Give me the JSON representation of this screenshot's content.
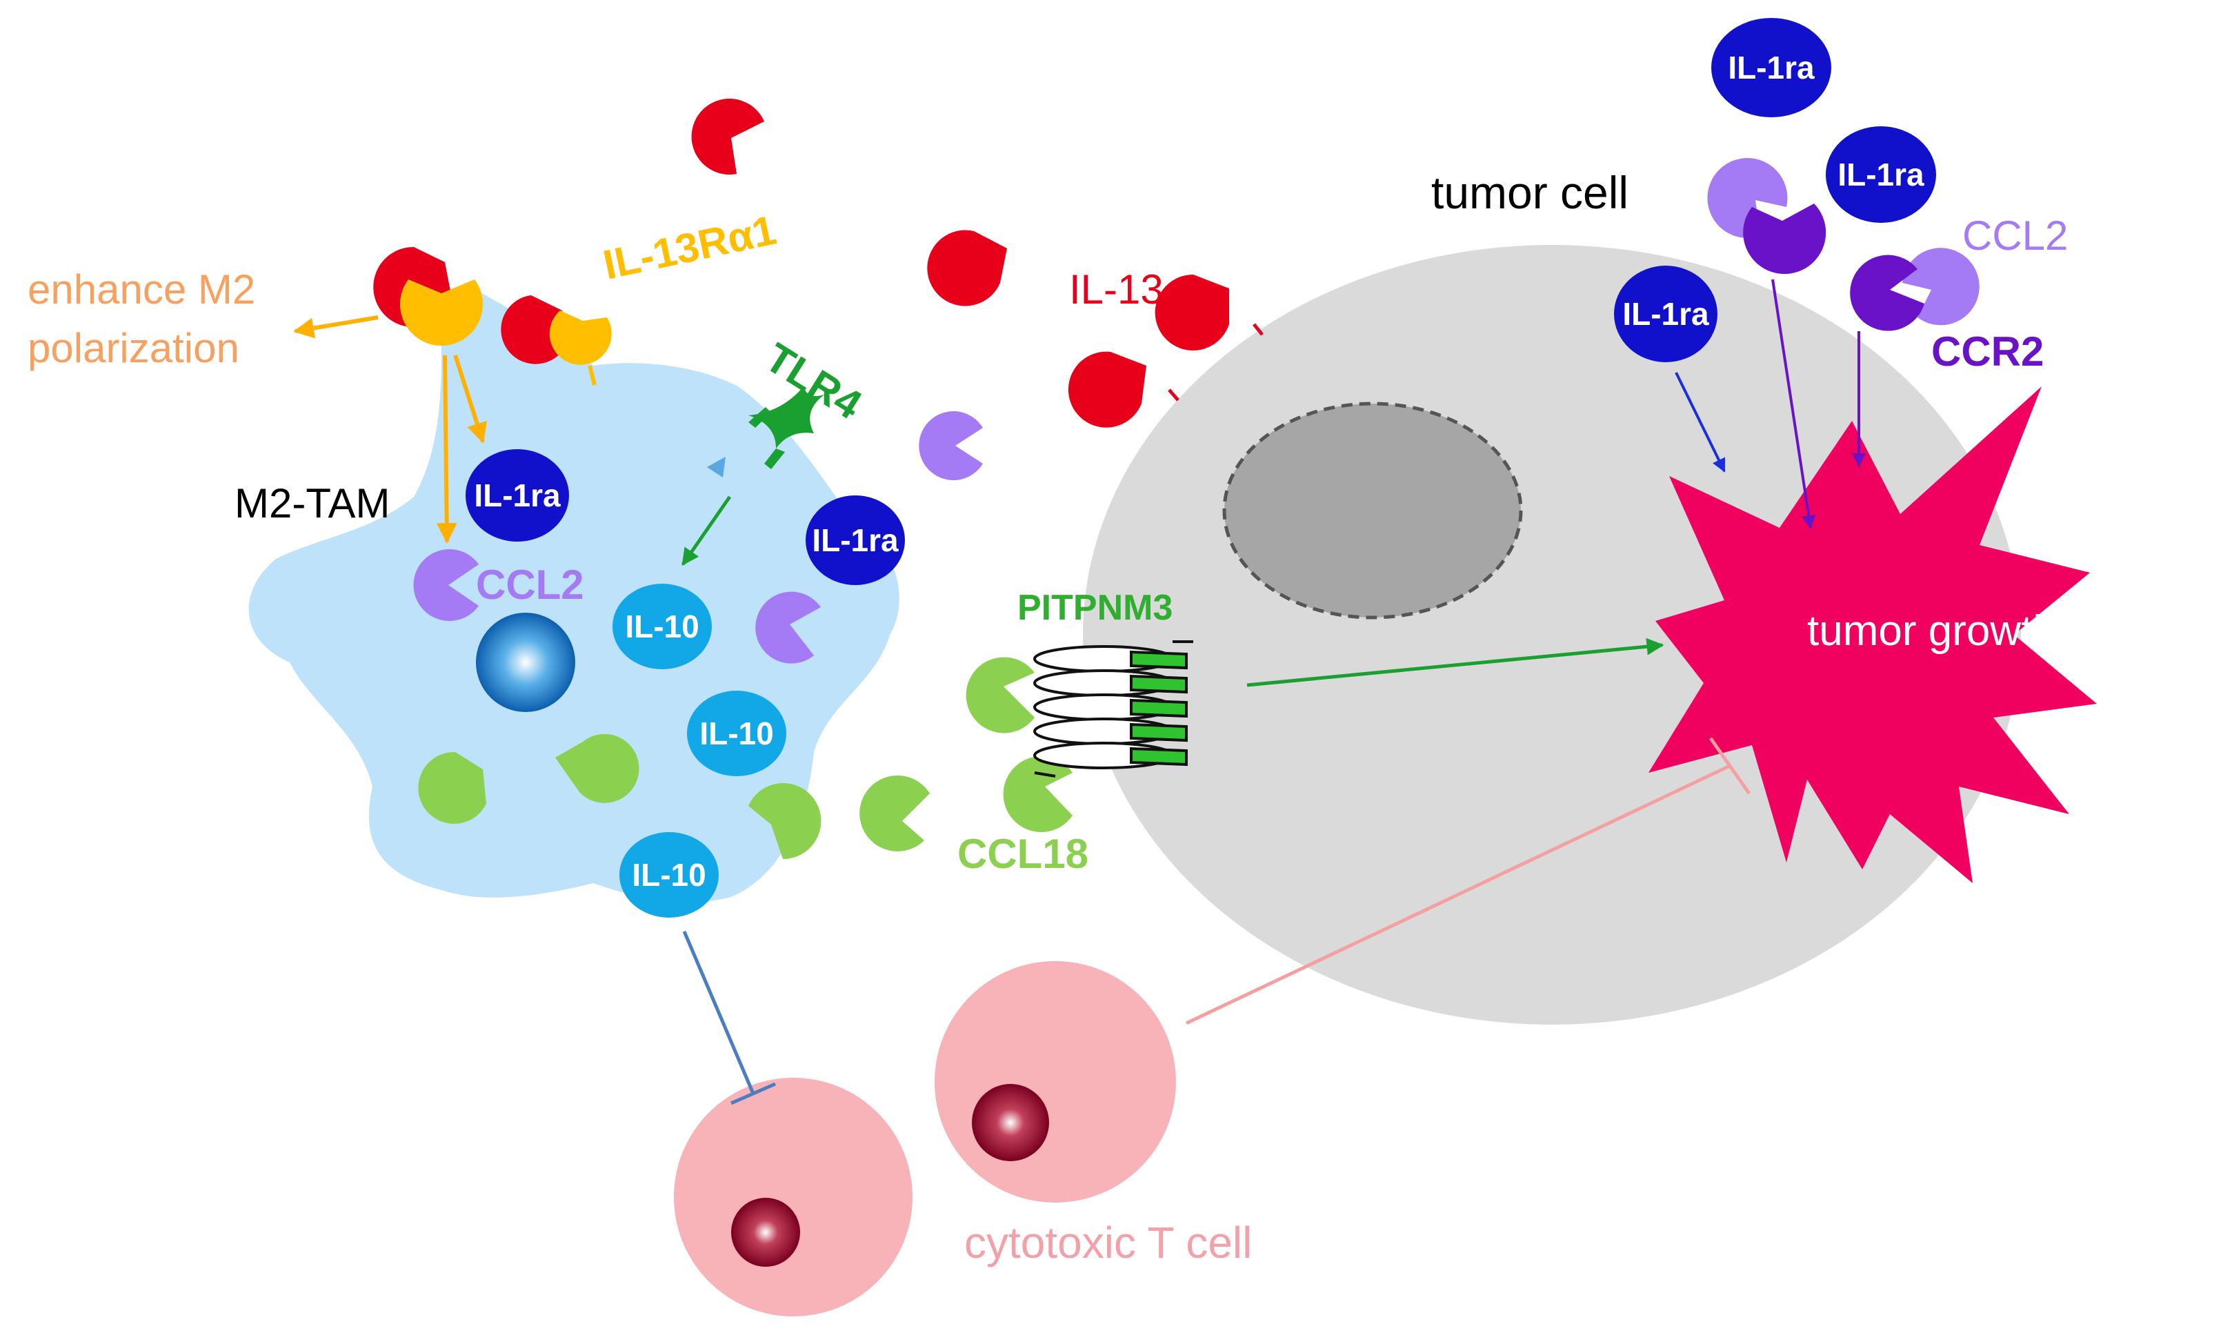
{
  "labels": {
    "enhance_m2_line1": "enhance M2",
    "enhance_m2_line2": "polarization",
    "il13ra1": "IL-13Rα1",
    "m2_tam": "M2-TAM",
    "tlr4": "TLR4",
    "il13": "IL-13",
    "tumor_cell": "tumor cell",
    "ccl2_macrophage": "CCL2",
    "ccl2_tumor": "CCL2",
    "ccr2": "CCR2",
    "pitpnm3": "PITPNM3",
    "ccl18": "CCL18",
    "tumor_growth": "tumor growth",
    "cytotoxic_t_cell": "cytotoxic T cell"
  },
  "molecules": {
    "il1ra": "IL-1ra",
    "il10": "IL-10"
  },
  "colors": {
    "il13": "#e8001b",
    "il13ra1": "#ffbe00",
    "ccl2": "#a47af5",
    "ccr2": "#6a12c8",
    "ccl18": "#8bd14f",
    "il1ra": "#1111cc",
    "il10": "#12a8e8",
    "tlr4": "#1aa030",
    "macrophage": "#bde2f9",
    "tumor_cell": "#dadada",
    "nucleus": "#a6a6a6",
    "tumor_growth": "#f0005f",
    "t_cell": "#f7b3b8",
    "enhance_text": "#f7a160",
    "inhibition_blue": "#4a7dc2",
    "inhibition_pink": "#f4a0a0"
  }
}
